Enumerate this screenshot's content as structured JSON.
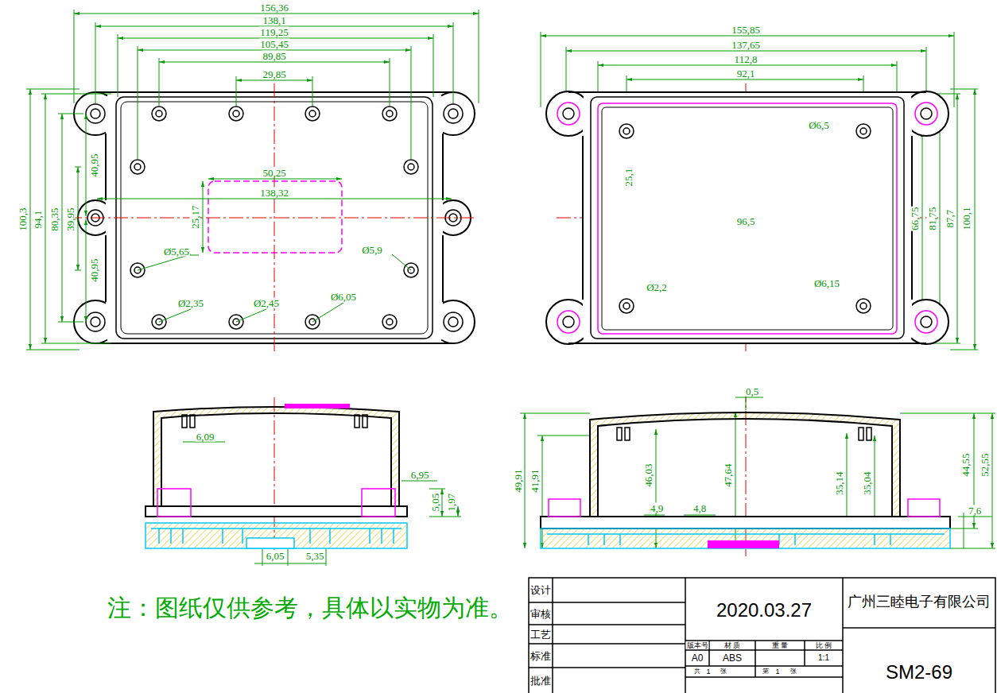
{
  "diagram": {
    "labels": [
      "156,36",
      "138,1",
      "119,25",
      "105,45",
      "89,85",
      "29,85",
      "40,95",
      "50,25",
      "138,32",
      "100,3",
      "94,1",
      "80,35",
      "39,95",
      "25,17",
      "Ø5,65",
      "Ø5,9",
      "40,95",
      "Ø2,35",
      "Ø2,45",
      "Ø6,05",
      "155,85",
      "137,65",
      "112,8",
      "92,1",
      "Ø6,5",
      "25,1",
      "96,5",
      "66,75",
      "81,75",
      "87,7",
      "100,1",
      "Ø2,2",
      "Ø6,15",
      "6,09",
      "6,95",
      "5,05",
      "1,97",
      "6,05",
      "5,35",
      "0,5",
      "49,91",
      "41,91",
      "46,03",
      "4,9",
      "4,8",
      "47,64",
      "35,14",
      "35,04",
      "44,55",
      "52,55",
      "7,6",
      "注：图纸仅供参考，具体以实物为准。",
      "设计",
      "审核",
      "工艺",
      "标准",
      "批准",
      "2020.03.27",
      "广州三睦电子有限公司",
      "版本号",
      "材 质",
      "重 量",
      "比 例",
      "A0",
      "ABS",
      "1:1",
      "共",
      "1",
      "张",
      "第",
      "1",
      "张",
      "SM2-69"
    ]
  }
}
